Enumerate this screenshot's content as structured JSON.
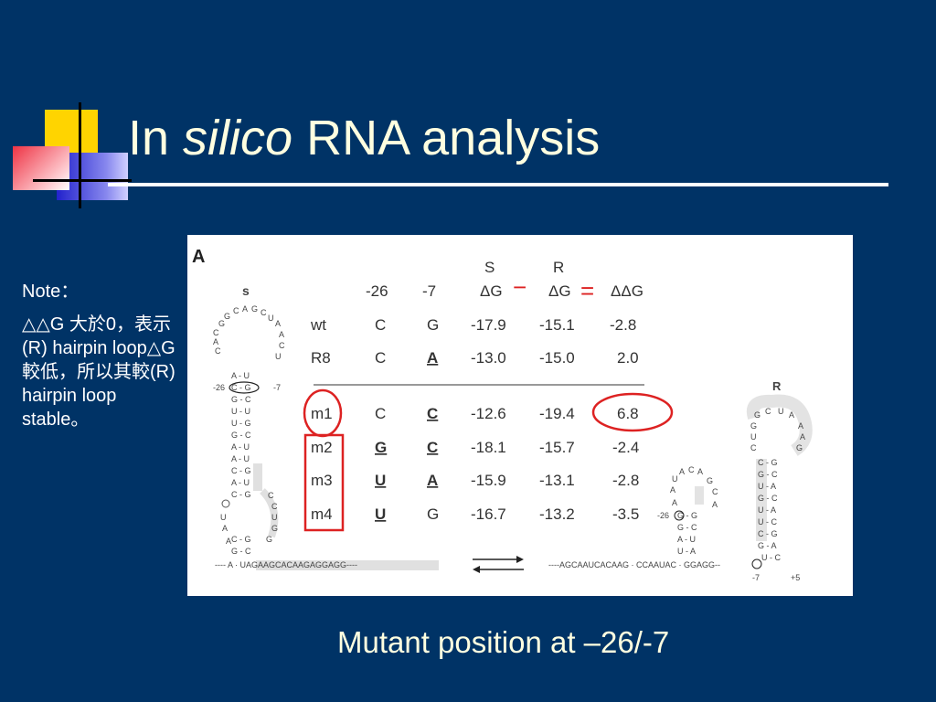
{
  "slide": {
    "title_prefix": "In ",
    "title_italic": "silico",
    "title_suffix": " RNA analysis",
    "note_heading": "Note：",
    "note_body": "△△G 大於0，表示(R) hairpin loop△G較低，所以其較(R) hairpin loop stable。",
    "caption": "Mutant position at –26/-7",
    "colors": {
      "background": "#003366",
      "title": "#FFFFE0",
      "highlight": "#DD2222"
    }
  },
  "figure": {
    "panel_label": "A",
    "left_structure_label": "s",
    "right_structure_label": "R",
    "header_s": "S",
    "header_r": "R",
    "minus_sign": "−",
    "equals_sign": "=",
    "columns": [
      "",
      "-26",
      "-7",
      "ΔG",
      "ΔG",
      "ΔΔG"
    ],
    "rows": [
      {
        "name": "wt",
        "p26": "C",
        "p7": "G",
        "dg_s": "-17.9",
        "dg_r": "-15.1",
        "ddg": "-2.8"
      },
      {
        "name": "R8",
        "p26": "C",
        "p7": "A",
        "dg_s": "-13.0",
        "dg_r": "-15.0",
        "ddg": "2.0"
      },
      {
        "name": "m1",
        "p26": "C",
        "p7": "C",
        "dg_s": "-12.6",
        "dg_r": "-19.4",
        "ddg": "6.8"
      },
      {
        "name": "m2",
        "p26": "G",
        "p7": "C",
        "dg_s": "-18.1",
        "dg_r": "-15.7",
        "ddg": "-2.4"
      },
      {
        "name": "m3",
        "p26": "U",
        "p7": "A",
        "dg_s": "-15.9",
        "dg_r": "-13.1",
        "ddg": "-2.8"
      },
      {
        "name": "m4",
        "p26": "U",
        "p7": "G",
        "dg_s": "-16.7",
        "dg_r": "-13.2",
        "ddg": "-3.5"
      }
    ],
    "left_bottom_seq": "---- A · UAGAAGCACAAGAGGAGG----",
    "right_bottom_seq": "----AGCAAUCACAAG · CCAAUAC · GGAGG--",
    "mark_m26": "-26",
    "mark_m7": "-7",
    "mark_p5": "+5"
  }
}
